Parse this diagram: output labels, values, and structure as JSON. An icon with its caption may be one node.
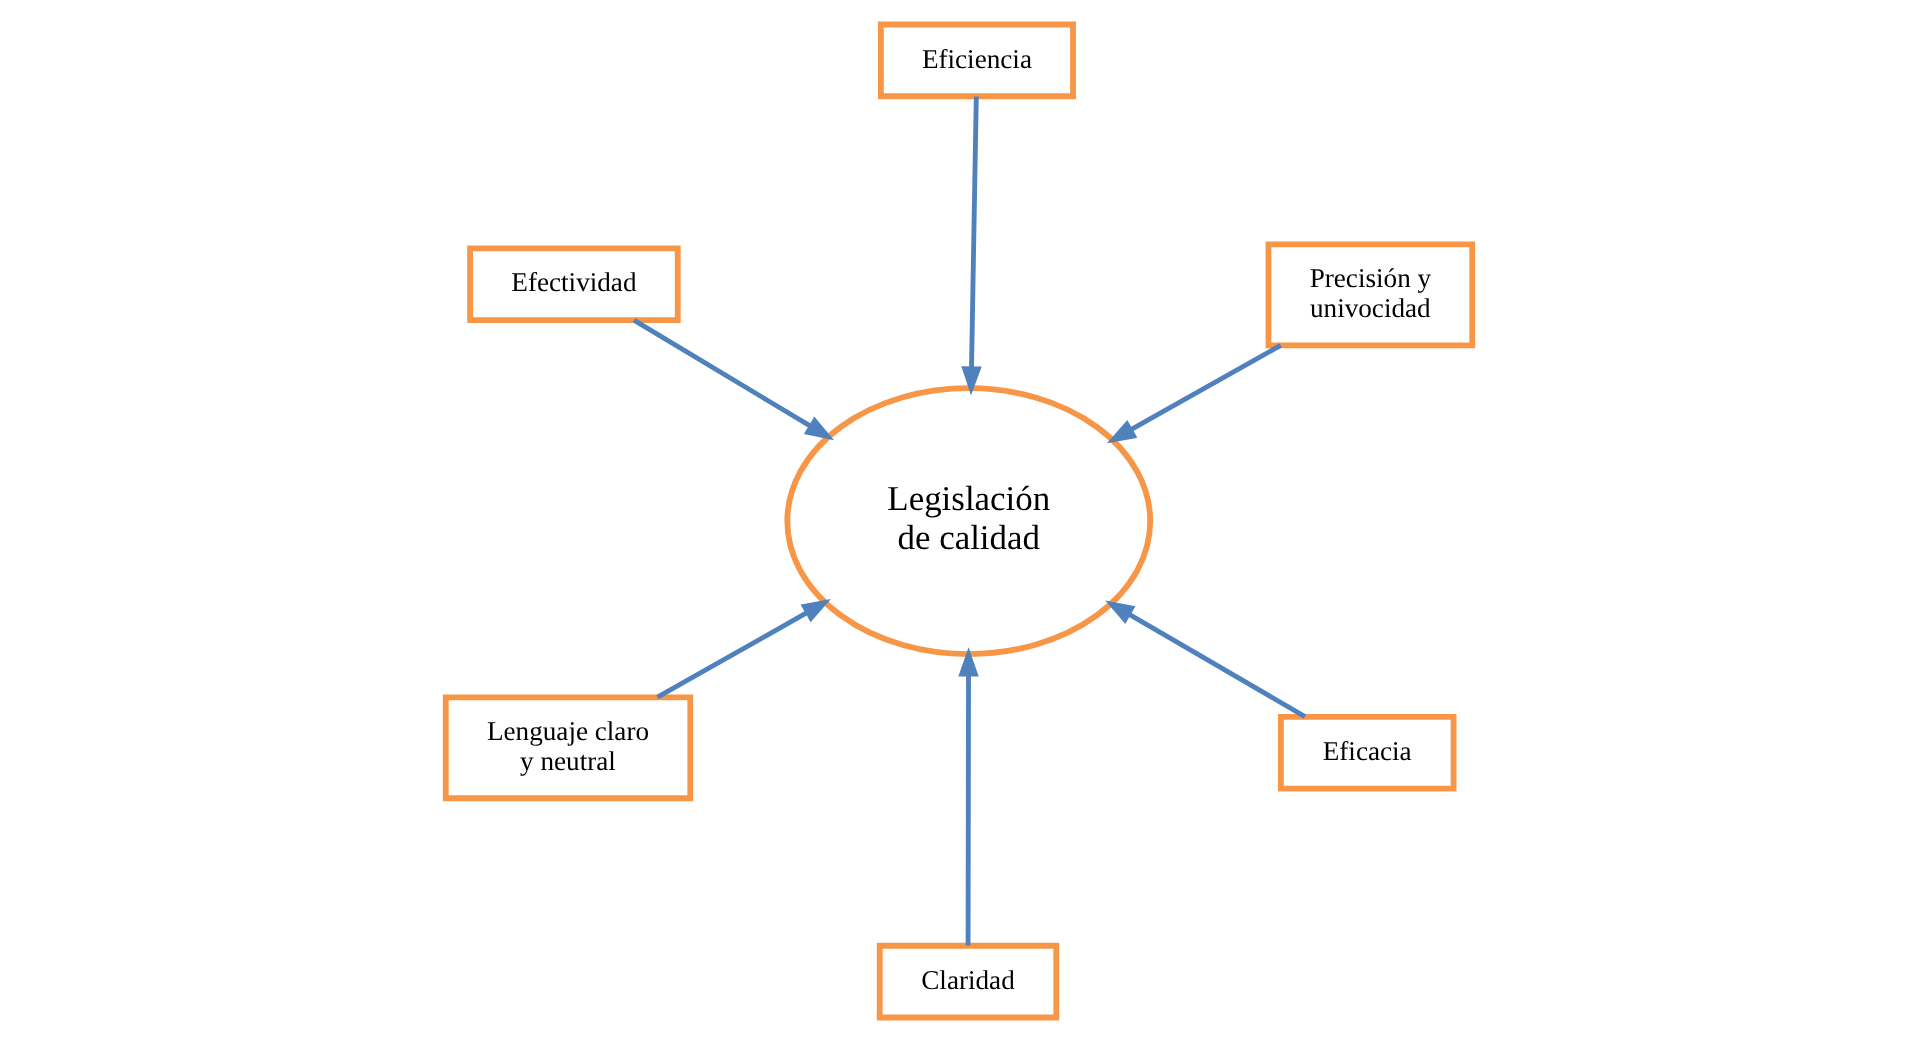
{
  "diagram": {
    "nodes": [
      {
        "text": [
          "Legislación de calidad"
        ]
      },
      {
        "text": [
          "Eficacia"
        ]
      },
      {
        "text": [
          "Claridad"
        ]
      },
      {
        "text": [
          "Efectividad"
        ]
      },
      {
        "text": [
          "Precisión y univocidad"
        ]
      },
      {
        "text": [
          "Eficiencia"
        ]
      },
      {
        "text": [
          "Lenguaje claro y neutral"
        ]
      }
    ],
    "edges": [
      {
        "from": 1,
        "to": 0,
        "arrow": "to"
      },
      {
        "from": 2,
        "to": 0,
        "arrow": "to"
      },
      {
        "from": 3,
        "to": 0,
        "arrow": "to"
      },
      {
        "from": 4,
        "to": 0,
        "arrow": "to"
      },
      {
        "from": 5,
        "to": 0,
        "arrow": "to"
      },
      {
        "from": 6,
        "to": 0,
        "arrow": "to"
      }
    ]
  }
}
